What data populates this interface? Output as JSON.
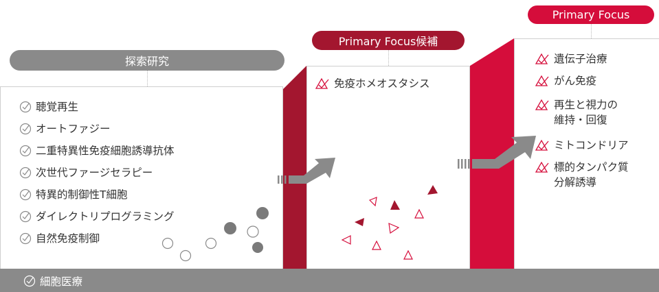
{
  "colors": {
    "crimson": "#d50d3b",
    "dark_crimson": "#a3162f",
    "gray": "#8a8a8a",
    "light_gray": "#e6e6e6",
    "dot_gray": "#7a7a7a"
  },
  "exploratory": {
    "header": "探索研究",
    "items": [
      "聴覚再生",
      "オートファジー",
      "二重特異性免疫細胞誘導抗体",
      "次世代ファージセラピー",
      "特異的制御性T細胞",
      "ダイレクトリプログラミング",
      "自然免疫制御"
    ]
  },
  "candidate": {
    "header": "Primary Focus候補",
    "items": [
      "免疫ホメオスタシス"
    ]
  },
  "primary": {
    "header": "Primary Focus",
    "items": [
      {
        "lines": [
          "遺伝子治療"
        ]
      },
      {
        "lines": [
          "がん免疫"
        ]
      },
      {
        "lines": [
          "再生と視力の",
          "維持・回復"
        ]
      },
      {
        "lines": [
          "ミトコンドリア"
        ]
      },
      {
        "lines": [
          "標的タンパク質",
          "分解誘導"
        ]
      }
    ]
  },
  "foundation": {
    "label": "細胞医療"
  }
}
